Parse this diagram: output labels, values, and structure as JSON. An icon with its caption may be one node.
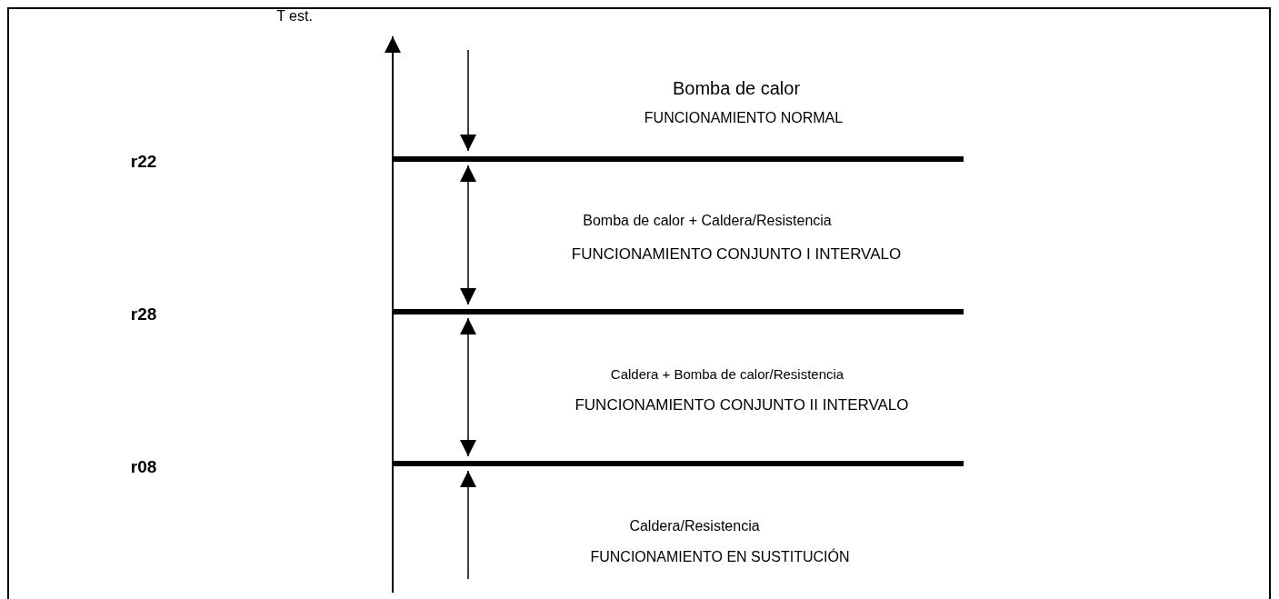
{
  "diagram": {
    "labels": [
      "T est.",
      "Bomba de calor",
      "FUNCIONAMIENTO NORMAL",
      "r22",
      "Bomba de calor + Caldera/Resistencia",
      "FUNCIONAMIENTO CONJUNTO I INTERVALO",
      "r28",
      "Caldera + Bomba de calor/Resistencia",
      "FUNCIONAMIENTO CONJUNTO II INTERVALO",
      "r08",
      "Caldera/Resistencia",
      "FUNCIONAMIENTO EN SUSTITUCIÓN"
    ]
  }
}
